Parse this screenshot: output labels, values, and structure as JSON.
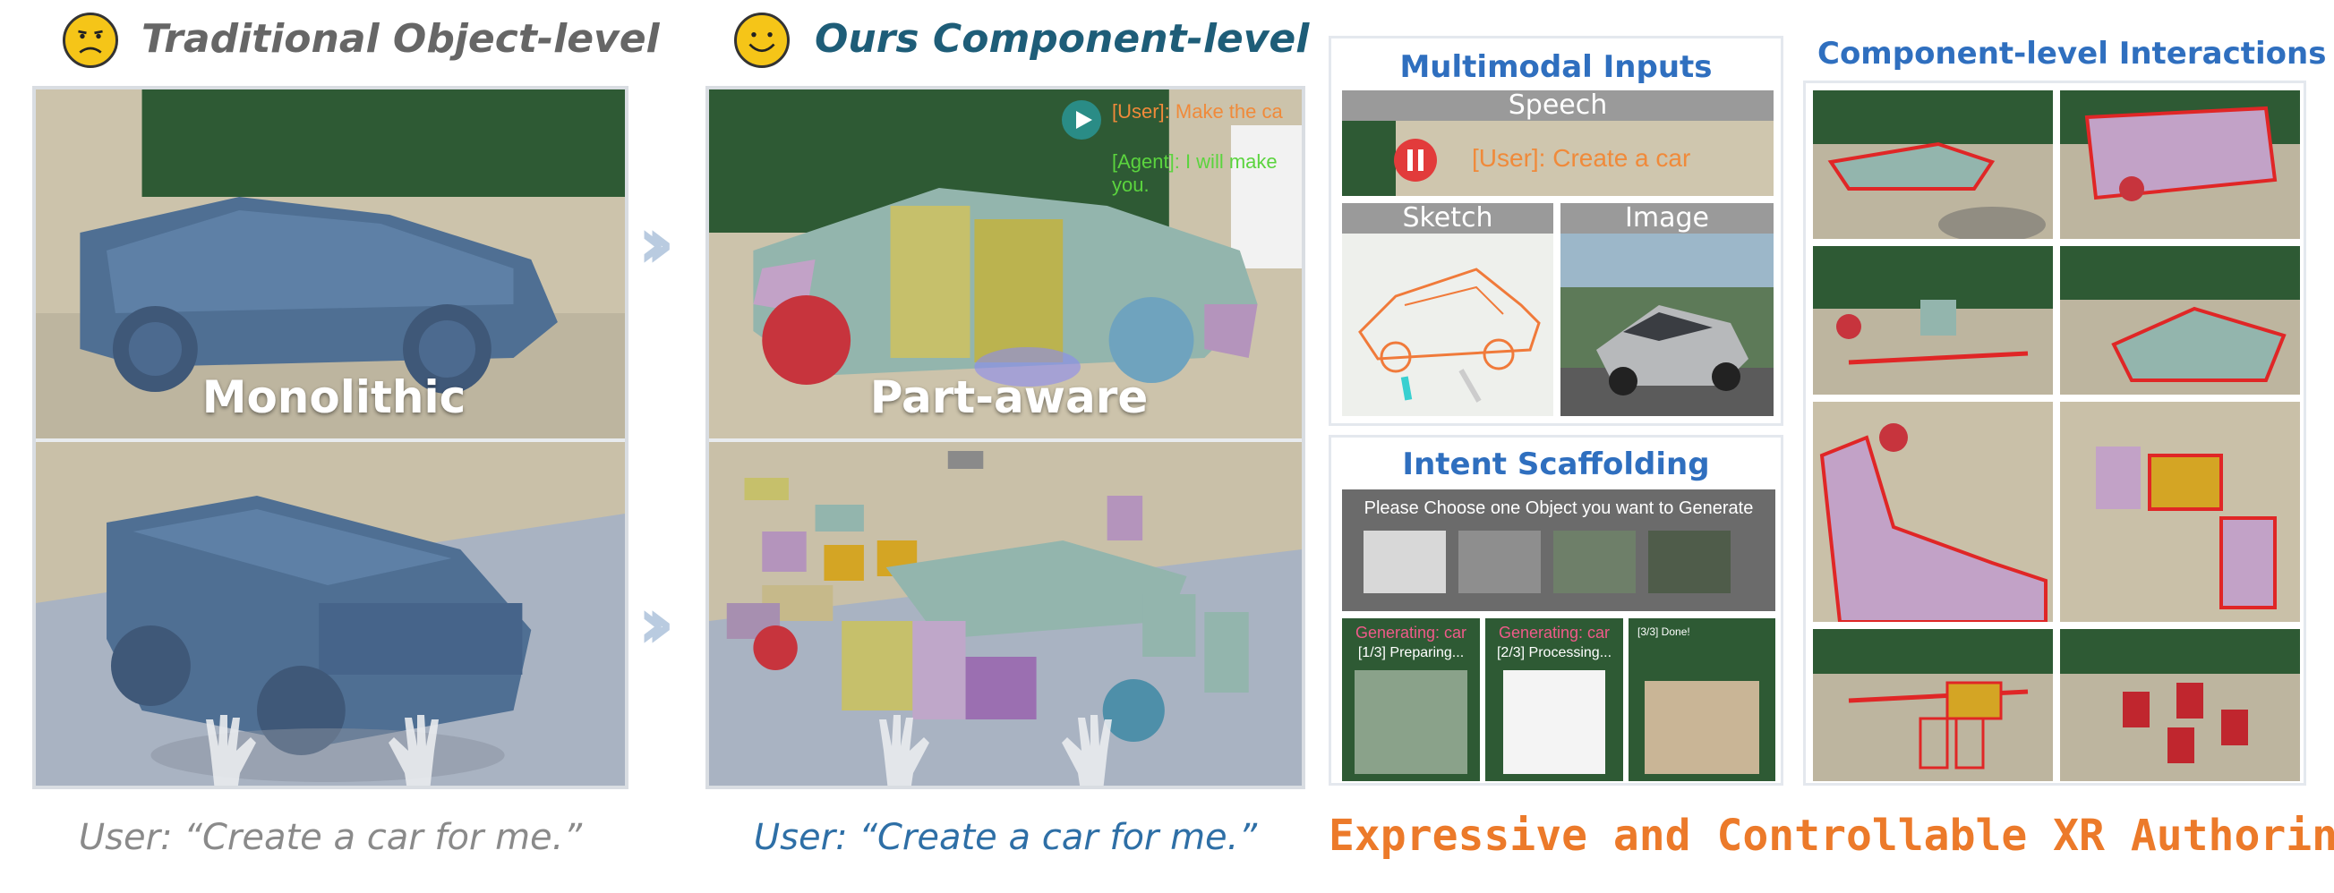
{
  "left": {
    "title": "Traditional Object-level",
    "panel_label": "Monolithic",
    "caption": "User: “Create a car for me.”"
  },
  "middle": {
    "title": "Ours Component-level",
    "panel_label": "Part-aware",
    "user_chat": "[User]: Make the ca",
    "agent_chat_1": "[Agent]: I will make",
    "agent_chat_2": "you.",
    "caption": "User: “Create a car for me.”"
  },
  "multimodal": {
    "title": "Multimodal Inputs",
    "speech_label": "Speech",
    "speech_text": "[User]: Create a car",
    "sketch_label": "Sketch",
    "image_label": "Image"
  },
  "scaffolding": {
    "title": "Intent Scaffolding",
    "prompt_text": "Please Choose one Object you want to Generate",
    "step1_title": "Generating: car",
    "step1_status": "[1/3] Preparing...",
    "step2_title": "Generating: car",
    "step2_status": "[2/3] Processing...",
    "step3_status": "[3/3] Done!"
  },
  "interactions": {
    "title": "Component-level Interactions"
  },
  "bottom_title": "Expressive and Controllable XR Authoring",
  "colors": {
    "gray_heading": "#666666",
    "teal_heading": "#1e5d78",
    "blue_caption": "#2e6fa6",
    "orange": "#ec7a2a",
    "blue_subtitle": "#2f6fbf"
  },
  "icons": [
    "frown-emoji-icon",
    "smile-emoji-icon",
    "chevron-right-icon",
    "play-icon",
    "pause-icon",
    "hand-icon"
  ]
}
